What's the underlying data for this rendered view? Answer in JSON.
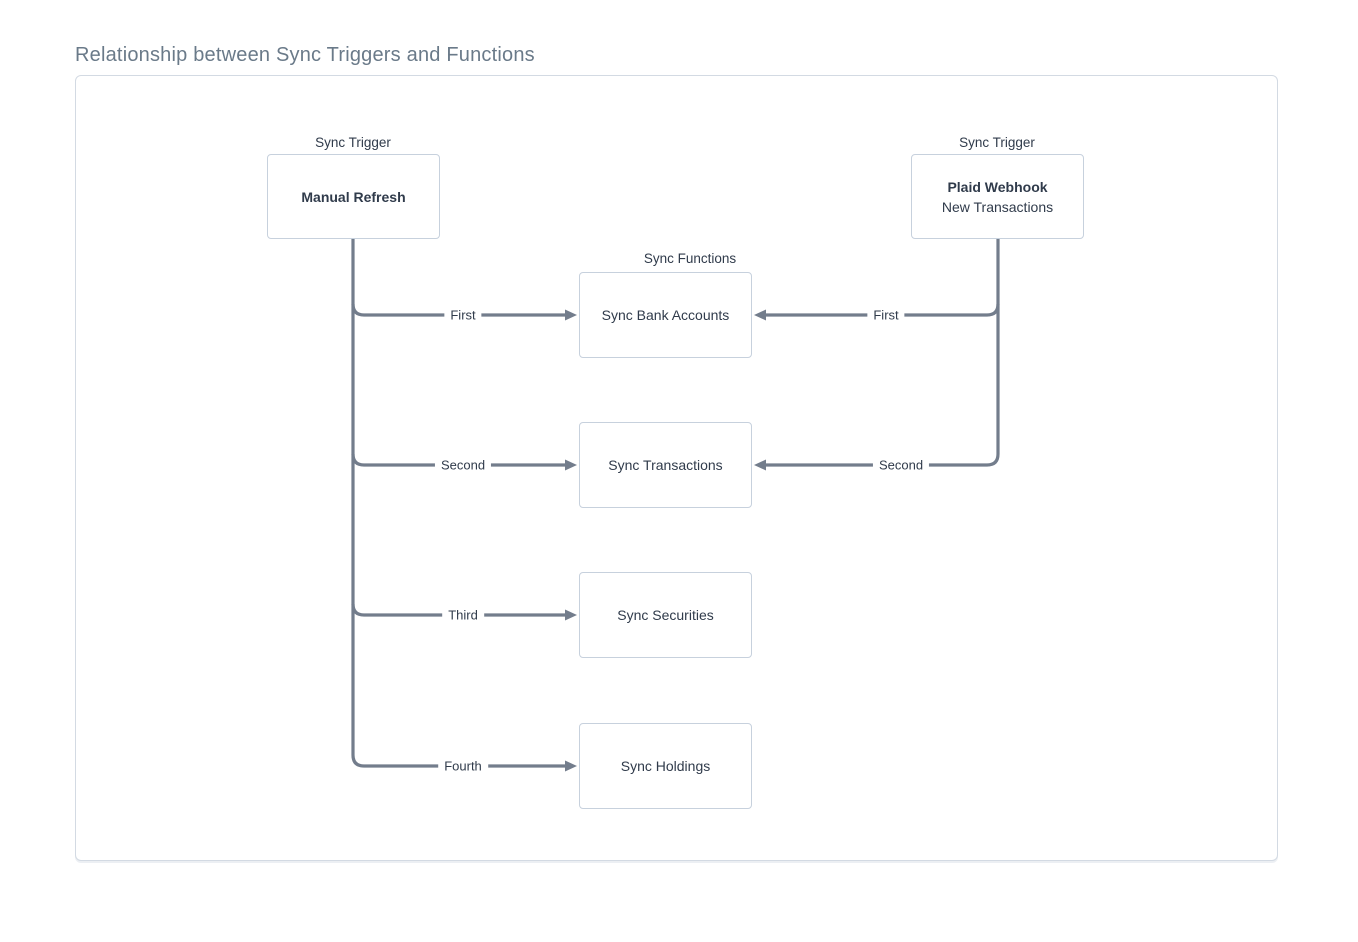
{
  "title": "Relationship between Sync Triggers and Functions",
  "sync_trigger_label": "Sync Trigger",
  "sync_functions_label": "Sync Functions",
  "triggers": {
    "manual_refresh": {
      "title": "Manual Refresh"
    },
    "plaid_webhook": {
      "title": "Plaid Webhook",
      "subtitle": "New Transactions"
    }
  },
  "functions": {
    "items": [
      "Sync Bank Accounts",
      "Sync Transactions",
      "Sync Securities",
      "Sync Holdings"
    ]
  },
  "connections": {
    "manual_refresh_order": [
      "First",
      "Second",
      "Third",
      "Fourth"
    ],
    "plaid_webhook_order": [
      "First",
      "Second"
    ]
  },
  "colors": {
    "connector": "#737d8c",
    "box_border": "#c7d1dd",
    "panel_border": "#d3dae3",
    "text_dark": "#303b4b",
    "title_text": "#6a7a89",
    "background": "#ffffff"
  }
}
